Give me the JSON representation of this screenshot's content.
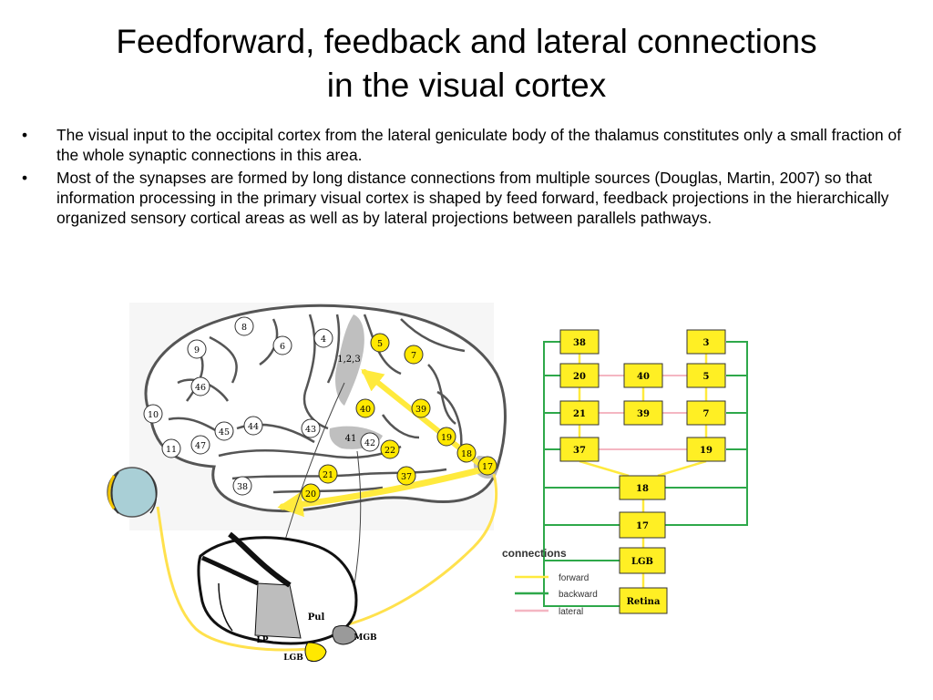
{
  "title": {
    "line1": "Feedforward, feedback and lateral connections",
    "line2": "in the visual cortex"
  },
  "bullets": [
    {
      "marker": "•",
      "text": "The visual input to the occipital cortex from the lateral geniculate body of the thalamus constitutes only a small fraction of the whole synaptic connections in this area."
    },
    {
      "marker": "•",
      "text": "Most of the synapses are formed by long distance connections from multiple sources (Douglas, Martin, 2007) so that information processing in the primary visual cortex is shaped by feed forward, feedback projections in the hierarchically organized sensory cortical areas as well as by lateral projections between parallels pathways."
    }
  ],
  "brain": {
    "white_areas": [
      "8",
      "9",
      "6",
      "4",
      "46",
      "10",
      "45",
      "44",
      "43",
      "11",
      "47",
      "38",
      "42"
    ],
    "yellow_areas": [
      "5",
      "7",
      "40",
      "39",
      "19",
      "18",
      "17",
      "22",
      "37",
      "21",
      "20"
    ],
    "gray_labels": {
      "somatosensory": "1,2,3",
      "auditory": "41"
    },
    "thalamus": {
      "pulvinar": "Pul",
      "lp": "LP",
      "lgb": "LGB",
      "mgb": "MGB"
    }
  },
  "hierarchy": {
    "boxes": {
      "b38": "38",
      "b3": "3",
      "b20": "20",
      "b40": "40",
      "b5": "5",
      "b21": "21",
      "b39": "39",
      "b7": "7",
      "b37": "37",
      "b19": "19",
      "b18": "18",
      "b17": "17",
      "lgb": "LGB",
      "retina": "Retina"
    }
  },
  "legend": {
    "title": "connections",
    "items": [
      {
        "label": "forward",
        "color": "#ffea3d"
      },
      {
        "label": "backward",
        "color": "#2ea84a"
      },
      {
        "label": "lateral",
        "color": "#f4b6c2"
      }
    ]
  },
  "colors": {
    "box_fill": "#ffef24",
    "area_yellow": "#ffe800",
    "forward": "#ffea3d",
    "backward": "#2ea84a",
    "lateral": "#f4b6c2",
    "gray_region": "#b8b8b8"
  }
}
